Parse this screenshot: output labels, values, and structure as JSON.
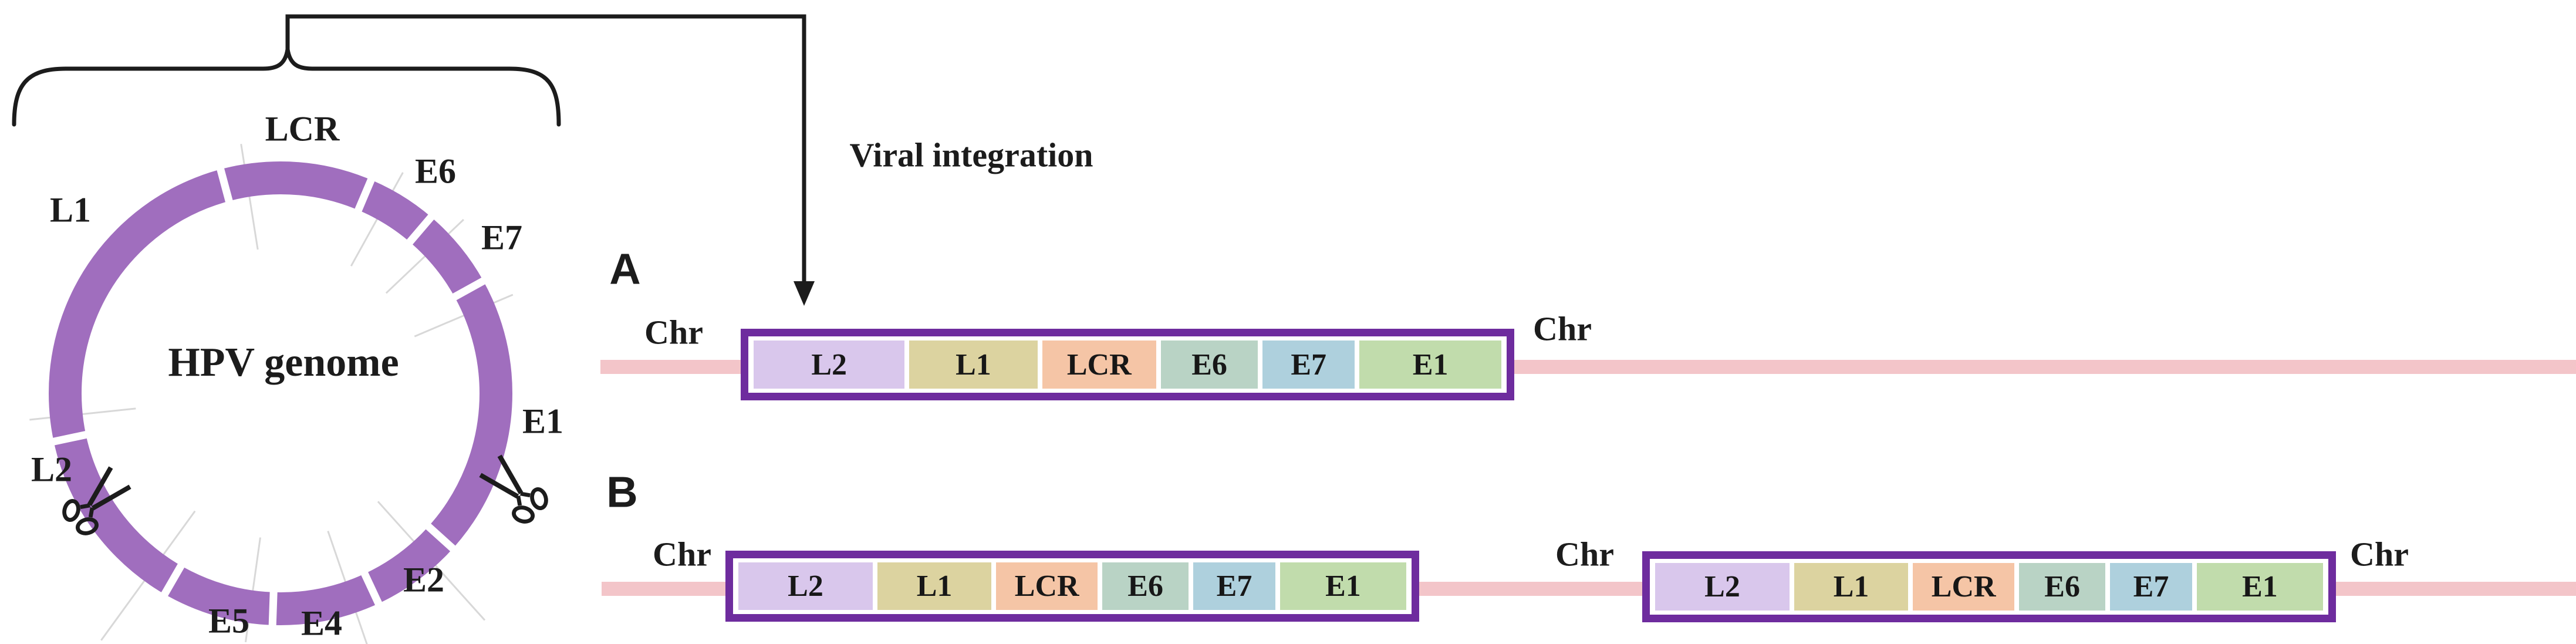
{
  "colors": {
    "ring_purple": "#A06EBE",
    "box_border_purple": "#6E2C9E",
    "chromosome_pink": "#F3C5C9",
    "cut_mark_gray": "#D8D8D8",
    "line_black": "#1c1c1c",
    "segment_fills": {
      "L2": "#D9C7EC",
      "L1": "#DCD3A0",
      "LCR": "#F5C5A6",
      "E6": "#B9D3C5",
      "E7": "#AED0DD",
      "E1": "#C1DCAC"
    }
  },
  "genome": {
    "title": "HPV genome",
    "ring_labels": [
      {
        "id": "LCR",
        "label": "LCR"
      },
      {
        "id": "E6",
        "label": "E6"
      },
      {
        "id": "E7",
        "label": "E7"
      },
      {
        "id": "E1",
        "label": "E1"
      },
      {
        "id": "E2",
        "label": "E2"
      },
      {
        "id": "E4",
        "label": "E4"
      },
      {
        "id": "E5",
        "label": "E5"
      },
      {
        "id": "L2",
        "label": "L2"
      },
      {
        "id": "L1",
        "label": "L1"
      }
    ],
    "icons": [
      "scissors-icon",
      "scissors-icon"
    ]
  },
  "integration": {
    "label": "Viral integration"
  },
  "gene_labels": {
    "L2": "L2",
    "L1": "L1",
    "LCR": "LCR",
    "E6": "E6",
    "E7": "E7",
    "E1": "E1"
  },
  "panel_a": {
    "label": "A",
    "chr_left": "Chr",
    "chr_right": "Chr",
    "box": [
      "L2",
      "L1",
      "LCR",
      "E6",
      "E7",
      "E1"
    ]
  },
  "panel_b": {
    "label": "B",
    "chr_left": "Chr",
    "chr_mid": "Chr",
    "chr_right": "Chr",
    "box1": [
      "L2",
      "L1",
      "LCR",
      "E6",
      "E7",
      "E1"
    ],
    "box2": [
      "L2",
      "L1",
      "LCR",
      "E6",
      "E7",
      "E1"
    ]
  }
}
